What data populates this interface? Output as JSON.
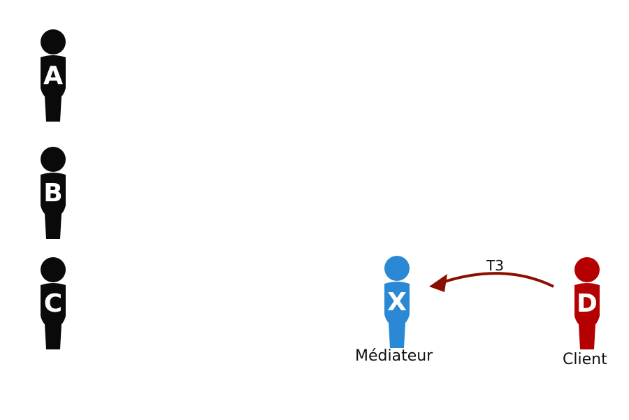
{
  "persons": [
    {
      "id": "A",
      "letter": "A",
      "color": "#0a0a0a"
    },
    {
      "id": "B",
      "letter": "B",
      "color": "#0a0a0a"
    },
    {
      "id": "C",
      "letter": "C",
      "color": "#0a0a0a"
    },
    {
      "id": "X",
      "letter": "X",
      "color": "#2b88d4",
      "caption": "Médiateur"
    },
    {
      "id": "D",
      "letter": "D",
      "color": "#b40000",
      "caption": "Client"
    }
  ],
  "arrow": {
    "label": "T3",
    "from": "D",
    "to": "X",
    "color": "#8b0f00"
  }
}
